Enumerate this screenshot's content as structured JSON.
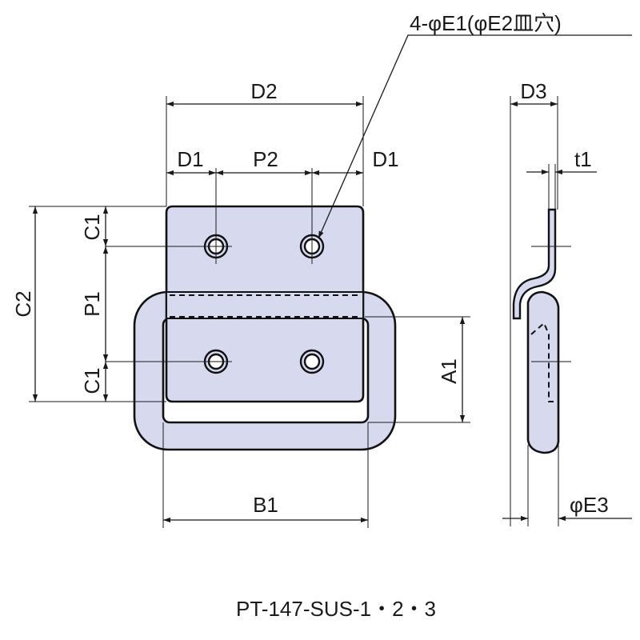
{
  "drawing": {
    "labels": {
      "d2": "D2",
      "d1_left": "D1",
      "p2": "P2",
      "d1_right": "D1",
      "hole_callout": "4-φE1(φE2皿穴)",
      "c1_top": "C1",
      "c2": "C2",
      "p1": "P1",
      "c1_bottom": "C1",
      "a1": "A1",
      "b1": "B1",
      "d3": "D3",
      "t1": "t1",
      "e3": "φE3"
    },
    "model_caption": "PT-147-SUS-1・2・3",
    "colors": {
      "part_fill": "#d7d9ee",
      "outline": "#111111",
      "dimension": "#1a1a1a"
    }
  }
}
